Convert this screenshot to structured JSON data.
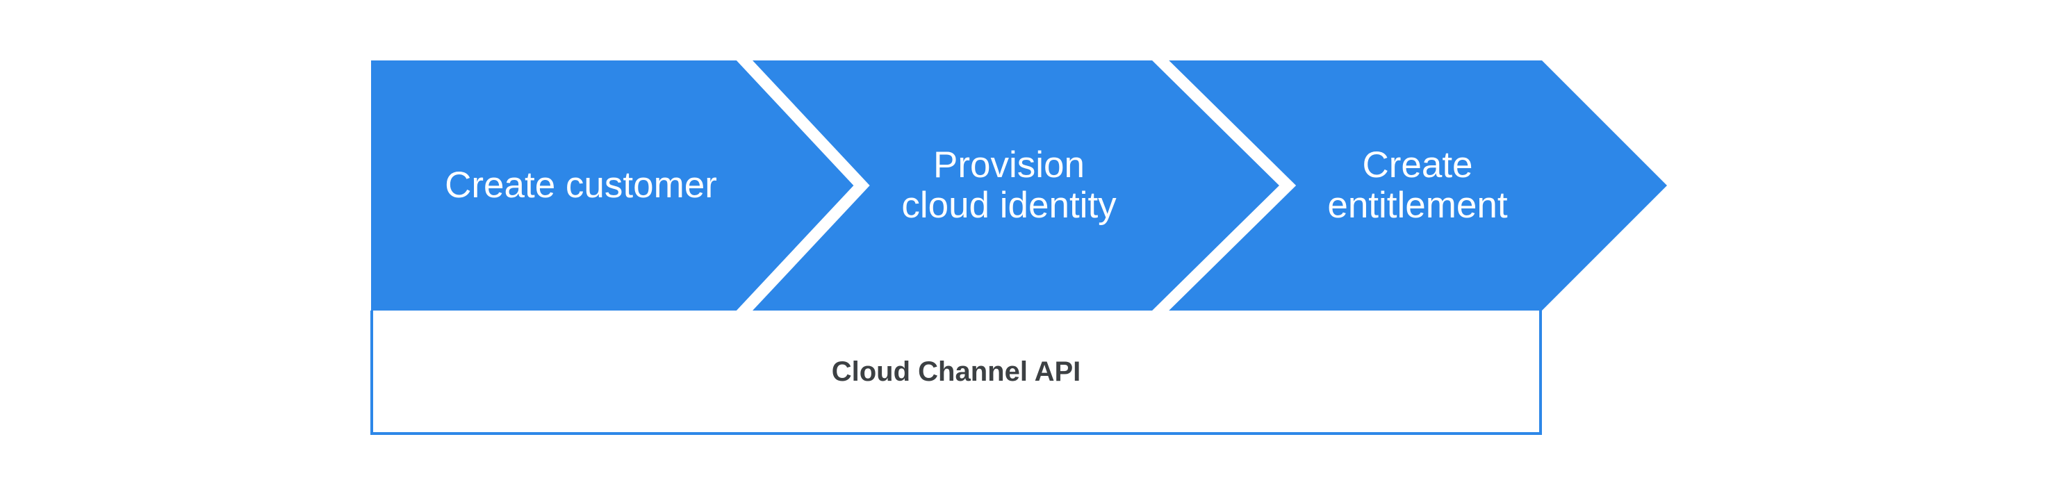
{
  "diagram": {
    "steps": [
      {
        "label": "Create customer",
        "line1": "Create customer"
      },
      {
        "label": "Provision cloud identity",
        "line1": "Provision",
        "line2": "cloud identity"
      },
      {
        "label": "Create entitlement",
        "line1": "Create",
        "line2": "entitlement"
      }
    ],
    "api_box": {
      "label": "Cloud Channel API"
    },
    "colors": {
      "arrow_blue": "#2D87E8",
      "box_border_blue": "#2D87E8",
      "box_label_gray": "#3C4043",
      "step_label_white": "#FFFFFF",
      "separator_white": "#FFFFFF",
      "background": "#FFFFFF"
    }
  }
}
